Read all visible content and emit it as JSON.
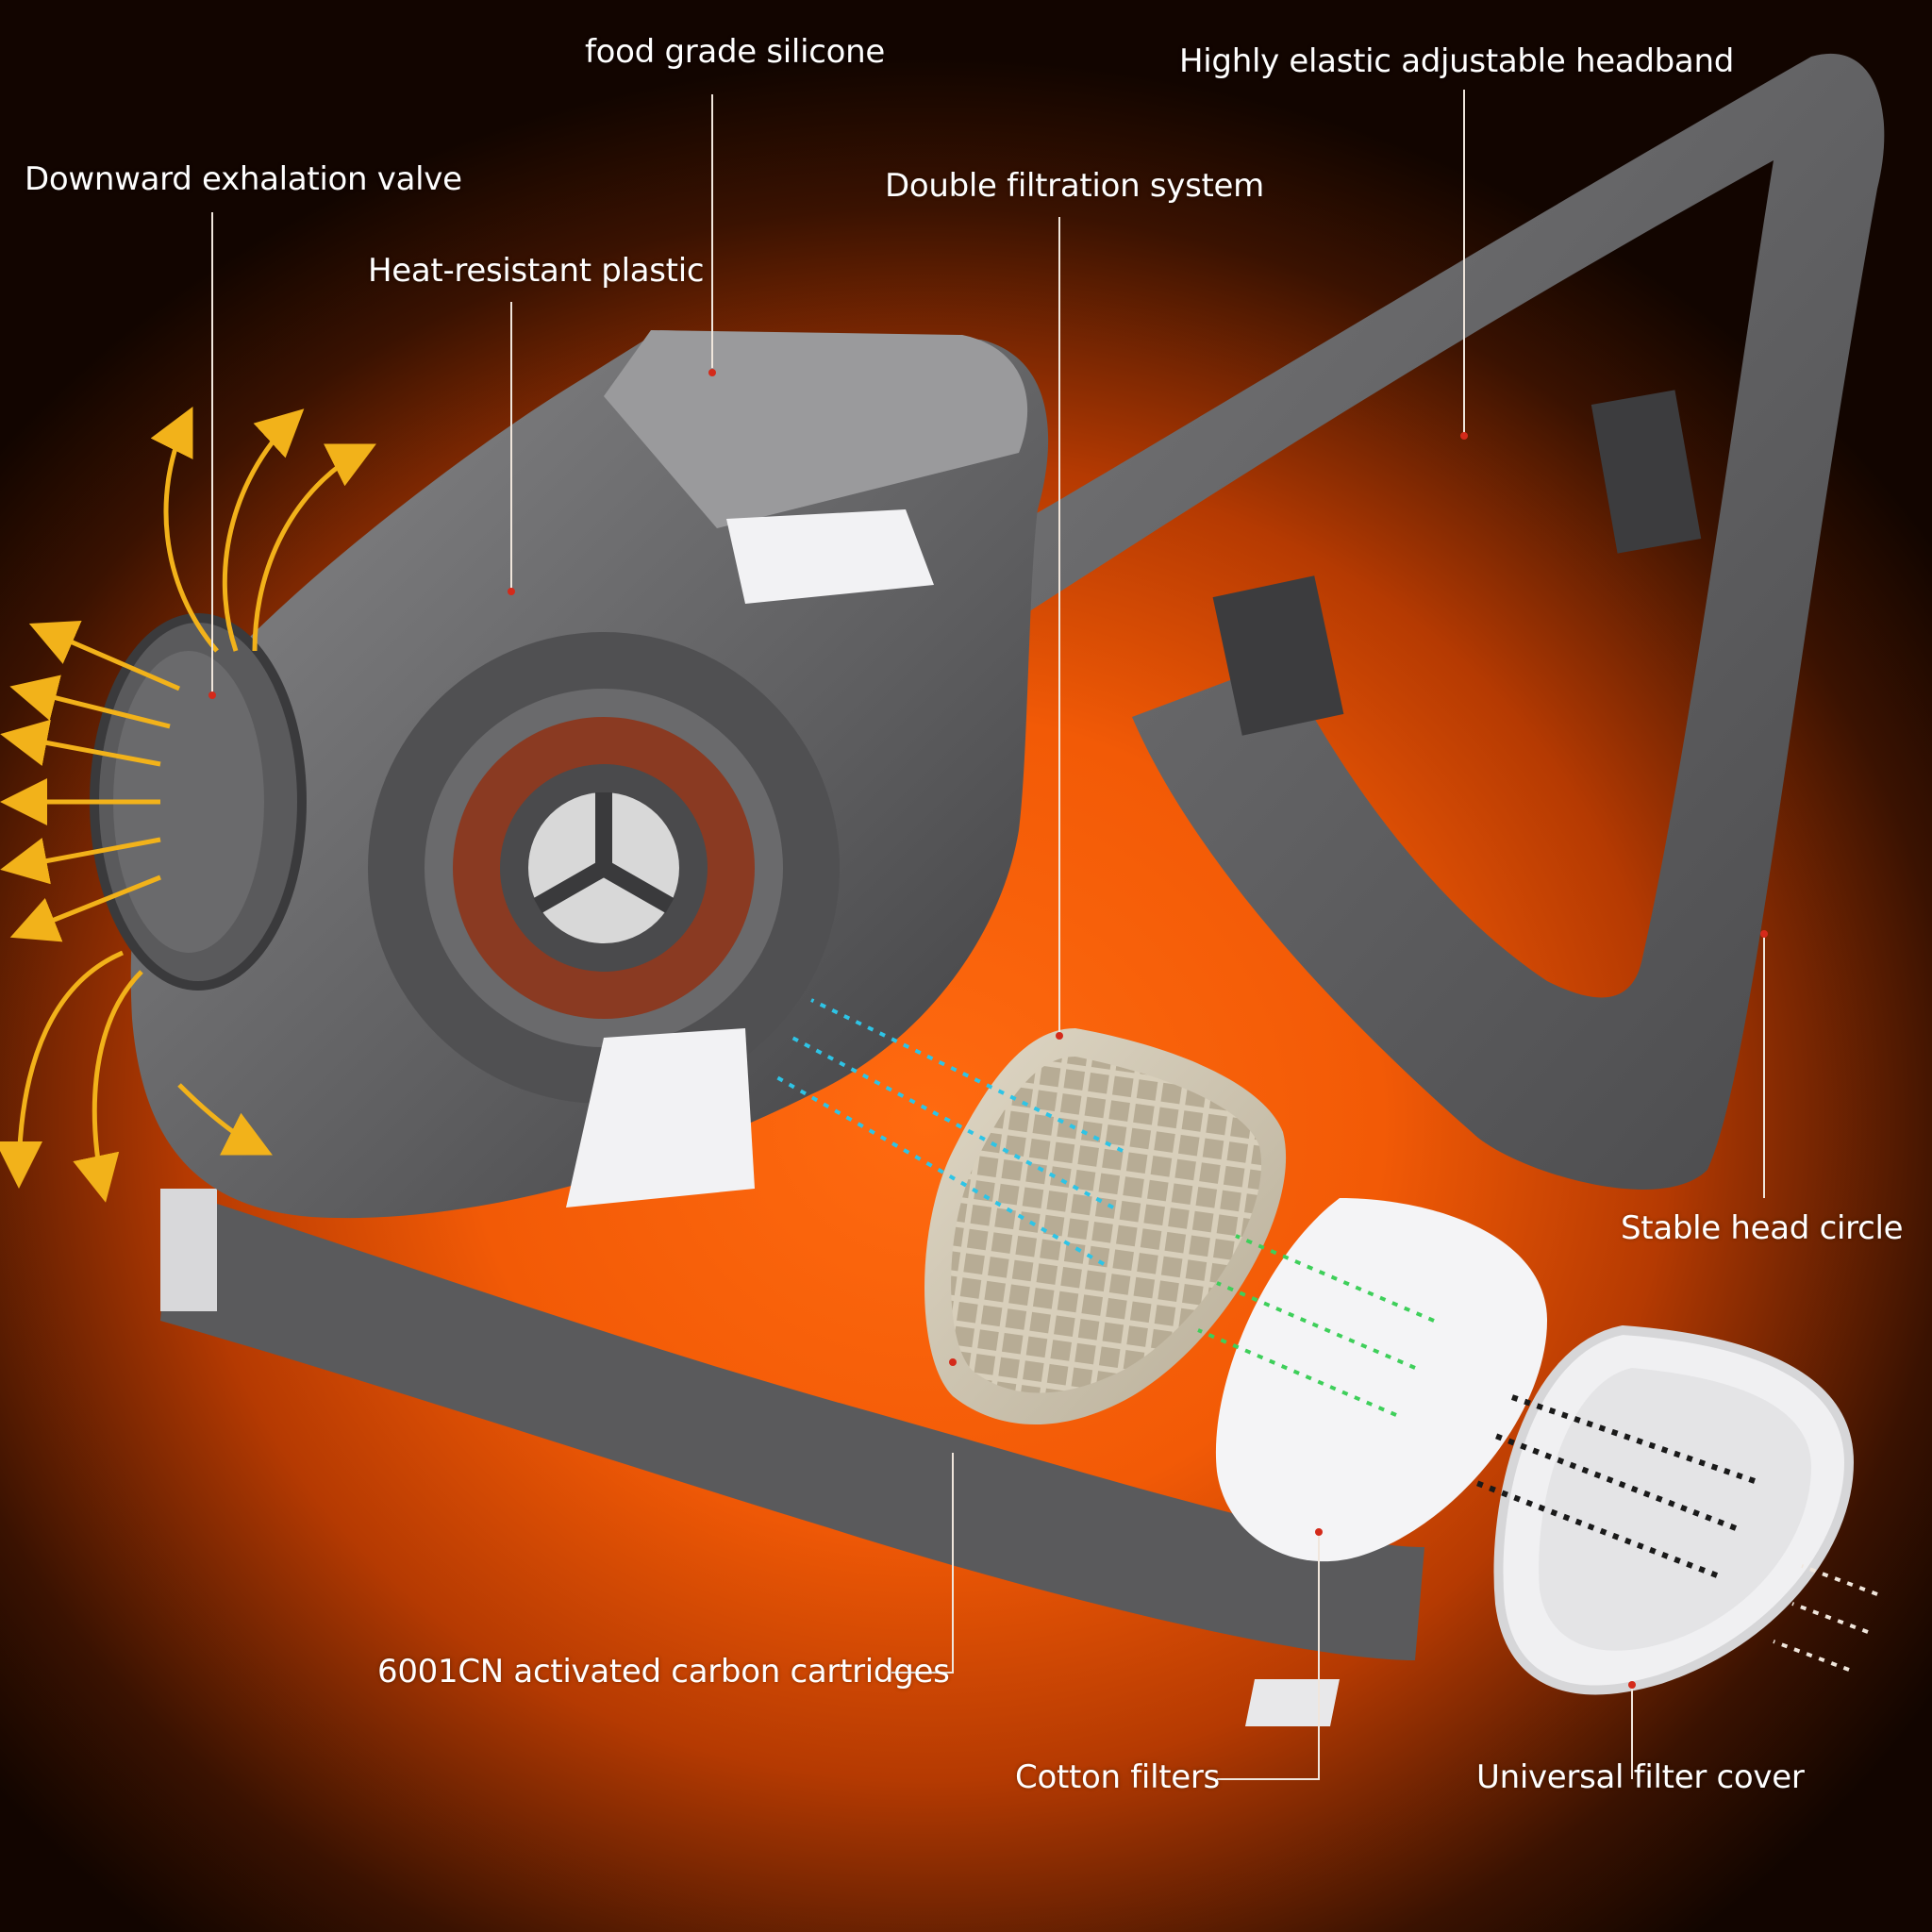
{
  "labels": {
    "food_grade_silicone": "food grade silicone",
    "headband": "Highly elastic adjustable headband",
    "exhalation_valve": "Downward exhalation valve",
    "double_filtration": "Double filtration system",
    "heat_resistant": "Heat-resistant plastic",
    "head_circle": "Stable head circle",
    "carbon_cartridges": "6001CN activated carbon cartridges",
    "cotton_filters": "Cotton filters",
    "filter_cover": "Universal filter cover"
  },
  "colors": {
    "background_center": "#ff6a10",
    "background_edge": "#120500",
    "mask_gray": "#6e6e70",
    "strap_gray": "#5c5c5e",
    "exhale_arrow": "#f2b21a",
    "inhale_arrow_blue": "#2ec4e6",
    "inhale_arrow_green": "#3ecf5a",
    "cover_arrow": "#1a1a1a",
    "callout_line": "#f0e6dc",
    "callout_dot": "#d42a1a"
  }
}
